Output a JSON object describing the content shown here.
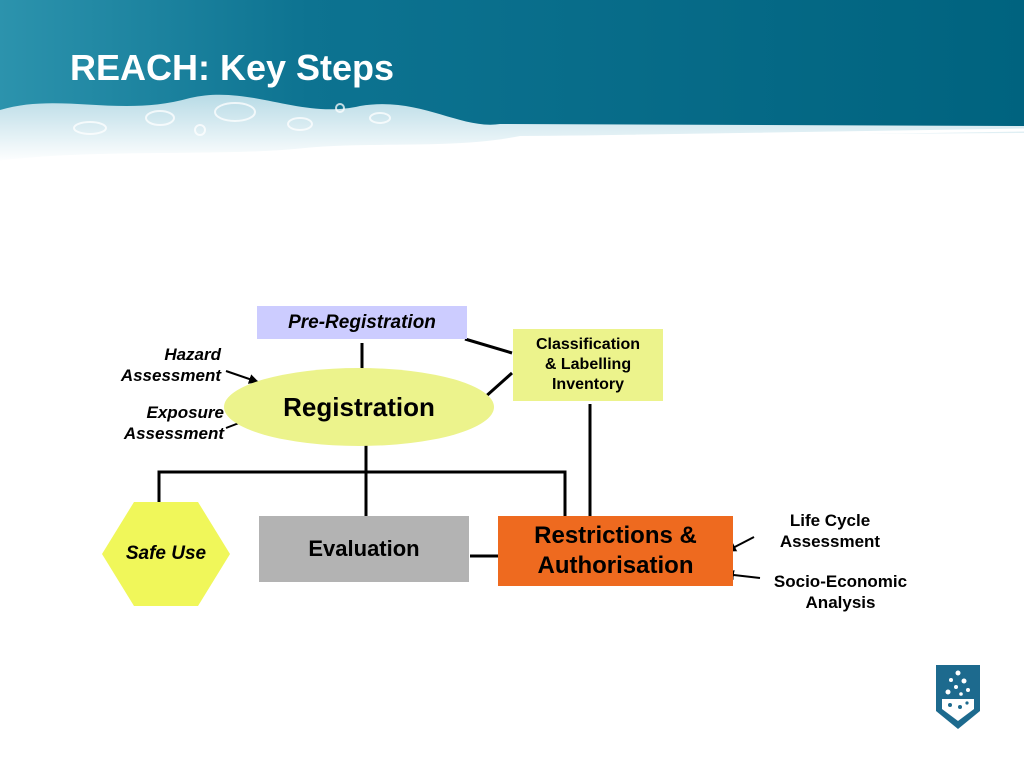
{
  "slide": {
    "title": "REACH: Key Steps"
  },
  "diagram": {
    "pre_registration": "Pre-Registration",
    "registration": "Registration",
    "classification": "Classification\n& Labelling\nInventory",
    "evaluation": "Evaluation",
    "restrictions": "Restrictions &\nAuthorisation",
    "safe_use": "Safe Use",
    "hazard_assessment": "Hazard\nAssessment",
    "exposure_assessment": "Exposure\nAssessment",
    "life_cycle_assessment": "Life Cycle\nAssessment",
    "socio_economic_analysis": "Socio-Economic\nAnalysis"
  },
  "colors": {
    "header_blue": "#00637f",
    "pre_registration_fill": "#ccccff",
    "registration_fill": "#ecf38c",
    "classification_fill": "#ecf38c",
    "evaluation_fill": "#b3b3b3",
    "restrictions_fill": "#ee6a1f",
    "safe_use_fill": "#f0f75a",
    "logo_blue": "#1d6a8e"
  },
  "icons": {
    "logo": "chemical-flask-shield-logo",
    "header_image": "water-splash-banner"
  }
}
